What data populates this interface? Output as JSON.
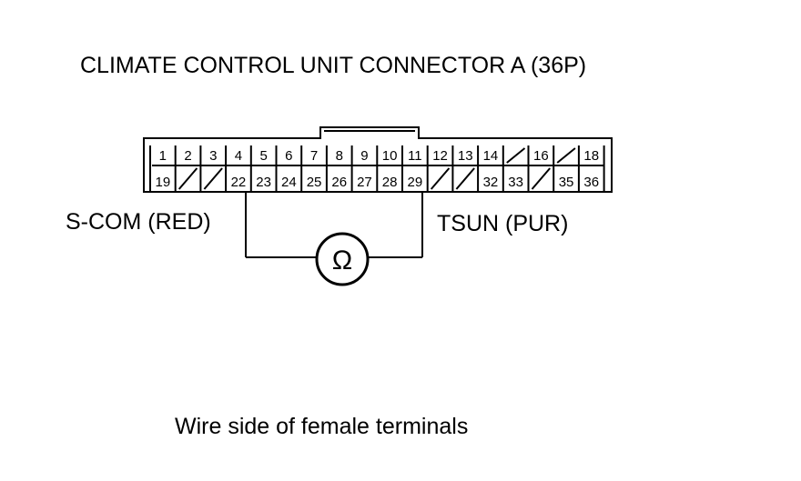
{
  "diagram": {
    "title": "CLIMATE CONTROL UNIT CONNECTOR A (36P)",
    "footer": "Wire side of female terminals",
    "probe_left_label": "S-COM (RED)",
    "probe_right_label": "TSUN (PUR)",
    "meter_symbol": "Ω",
    "connector": {
      "top_row": [
        "1",
        "2",
        "3",
        "4",
        "5",
        "6",
        "7",
        "8",
        "9",
        "10",
        "11",
        "12",
        "13",
        "14",
        "",
        "16",
        "",
        "18"
      ],
      "bottom_row": [
        "19",
        "",
        "",
        "22",
        "23",
        "24",
        "25",
        "26",
        "27",
        "28",
        "29",
        "",
        "",
        "32",
        "33",
        "",
        "35",
        "36"
      ]
    },
    "probes": {
      "left_pin": "22",
      "right_pin": "29"
    }
  }
}
